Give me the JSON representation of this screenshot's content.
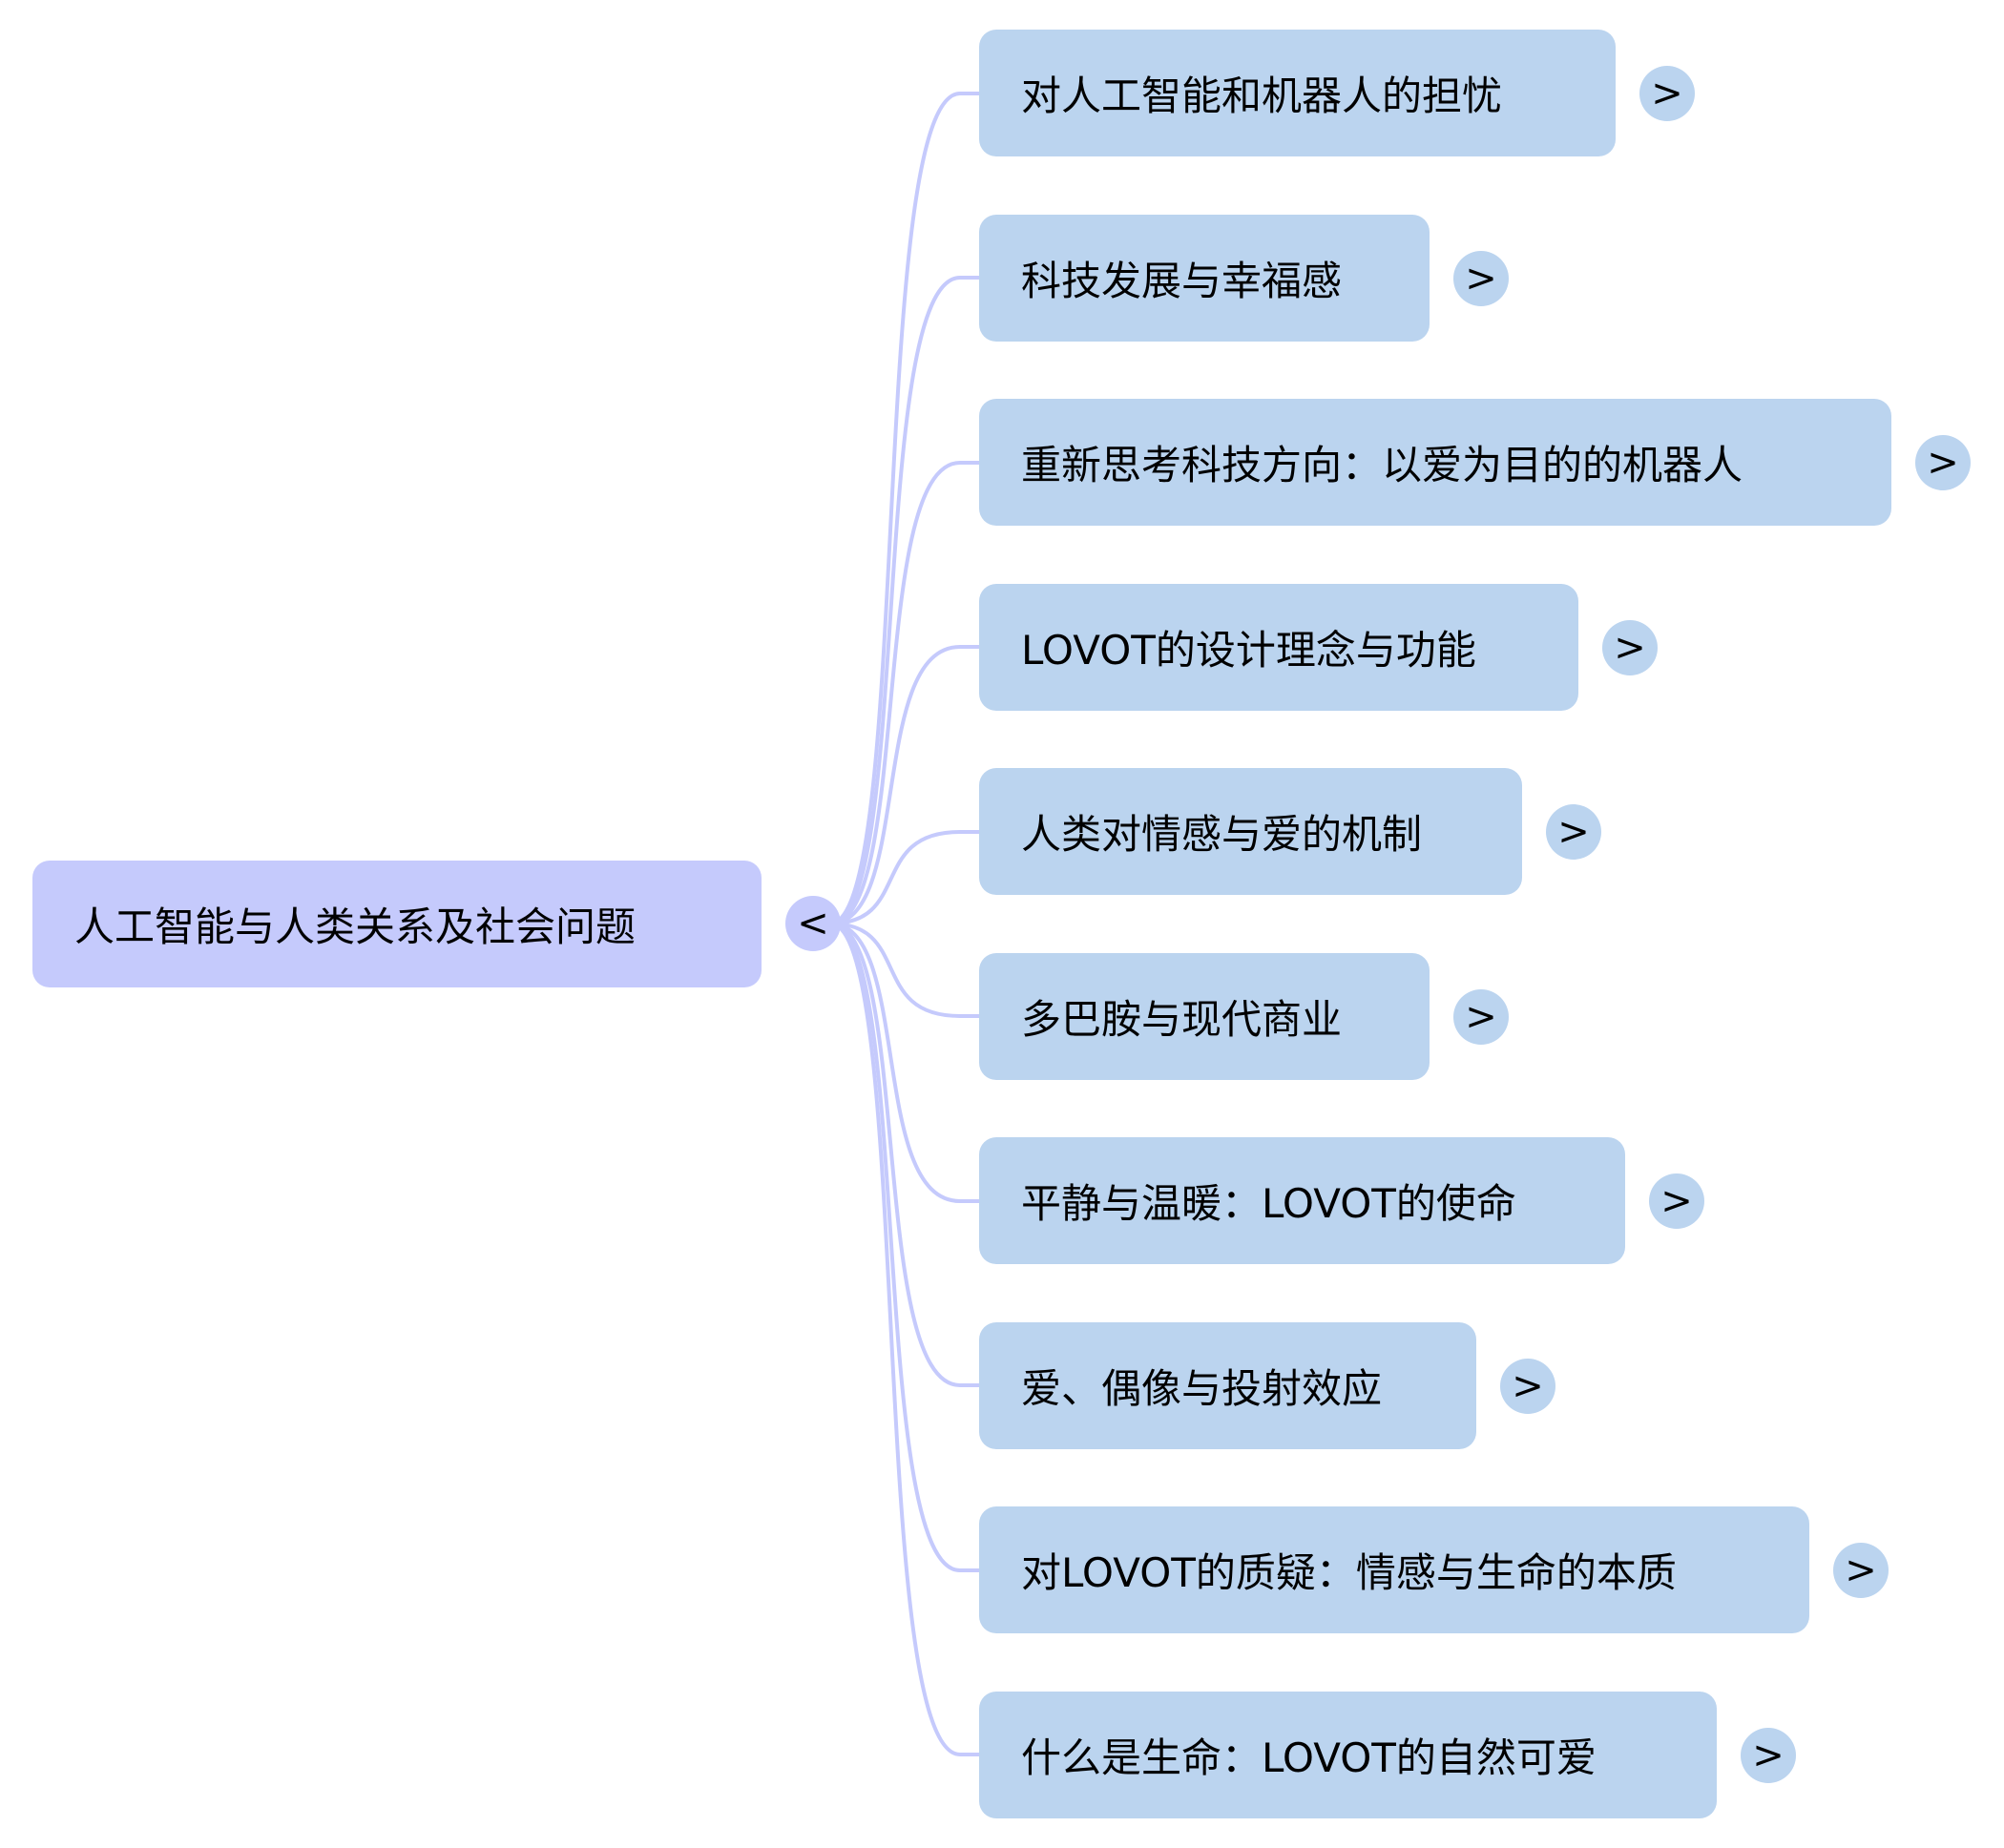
{
  "mindmap": {
    "root": {
      "label": "人工智能与人类关系及社会问题",
      "toggle_label": "<",
      "toggle_state": "expanded"
    },
    "children": [
      {
        "label": "对人工智能和机器人的担忧",
        "toggle_label": ">"
      },
      {
        "label": "科技发展与幸福感",
        "toggle_label": ">"
      },
      {
        "label": "重新思考科技方向：以爱为目的的机器人",
        "toggle_label": ">"
      },
      {
        "label": "LOVOT的设计理念与功能",
        "toggle_label": ">"
      },
      {
        "label": "人类对情感与爱的机制",
        "toggle_label": ">"
      },
      {
        "label": "多巴胺与现代商业",
        "toggle_label": ">"
      },
      {
        "label": "平静与温暖：LOVOT的使命",
        "toggle_label": ">"
      },
      {
        "label": "爱、偶像与投射效应",
        "toggle_label": ">"
      },
      {
        "label": "对LOVOT的质疑：情感与生命的本质",
        "toggle_label": ">"
      },
      {
        "label": "什么是生命：LOVOT的自然可爱",
        "toggle_label": ">"
      }
    ]
  },
  "colors": {
    "root_fill": "#c5cafc",
    "child_fill": "#bbd4ef",
    "edge": "#c5cafc",
    "text": "#000000"
  }
}
